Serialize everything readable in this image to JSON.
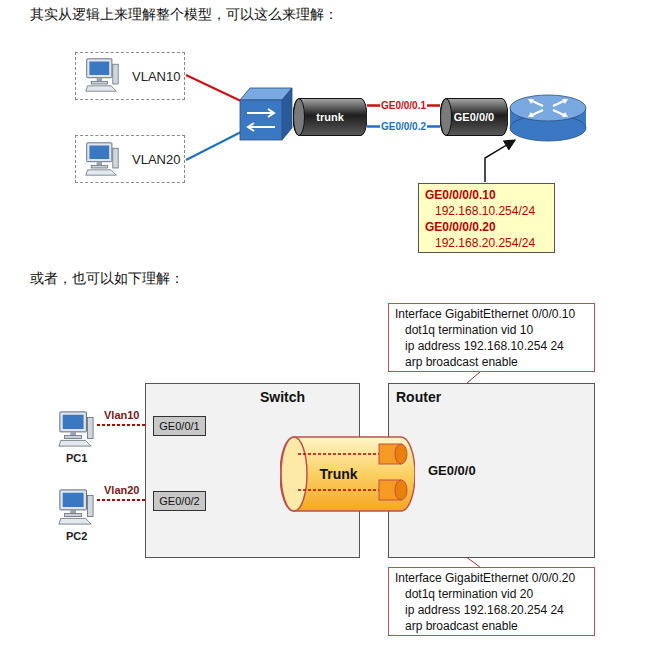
{
  "diagram": {
    "nodes": [
      {
        "text": [
          "VLAN10"
        ]
      },
      {
        "text": [
          "VLAN20"
        ]
      },
      {
        "text": [
          "trunk"
        ]
      },
      {
        "text": [
          "GE0/0/0"
        ]
      },
      {
        "text": [
          "GE0/0/0/0.10",
          "192.168.10.254/24",
          "GE0/0/0/0.20",
          "192.168.20.254/24"
        ]
      },
      {
        "text": [
          "Interface GigabitEthernet 0/0/0.10",
          "dot1q termination vid 10",
          "ip address 192.168.10.254 24",
          "arp broadcast enable"
        ]
      },
      {
        "text": [
          "Switch"
        ]
      },
      {
        "text": [
          "GE0/0/1"
        ],
        "in": 6
      },
      {
        "text": [
          "GE0/0/2"
        ],
        "in": 6
      },
      {
        "text": [
          "Router",
          "GE0/0/0"
        ]
      },
      {
        "text": [
          "Trunk"
        ]
      },
      {
        "text": [
          "Interface GigabitEthernet 0/0/0.20",
          "dot1q termination vid 20",
          "ip address 192.168.20.254 24",
          "arp broadcast enable"
        ]
      }
    ],
    "edges": [
      {
        "from": 2,
        "to": 3,
        "label": "GE0/0/0.1",
        "arrow": "none"
      },
      {
        "from": 2,
        "to": 3,
        "label": "GE0/0/0.2",
        "arrow": "none"
      },
      {
        "from": 7,
        "to": 10,
        "arrow": "none"
      },
      {
        "from": 8,
        "to": 10,
        "arrow": "none"
      },
      {
        "from": 5,
        "to": 10,
        "arrow": "none"
      },
      {
        "from": 11,
        "to": 10,
        "arrow": "none"
      }
    ],
    "labels": [
      "其实从逻辑上来理解整个模型，可以这么来理解：",
      "或者，也可以如下理解：",
      "PC1",
      "PC2",
      "Vlan10",
      "Vlan20"
    ]
  }
}
